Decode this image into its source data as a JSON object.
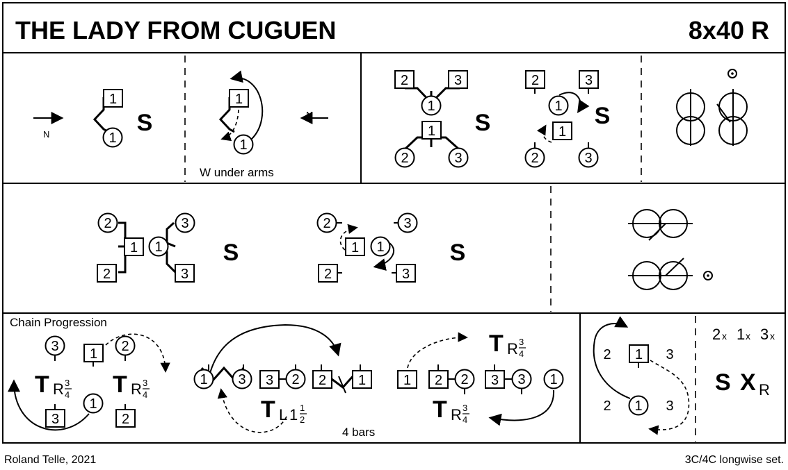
{
  "header": {
    "title": "THE LADY FROM CUGUEN",
    "formation": "8x40 R"
  },
  "footer": {
    "author": "Roland Telle, 2021",
    "set_type": "3C/4C longwise set."
  },
  "labels": {
    "north": "N",
    "setting": "S",
    "w_under_arms": "W under arms",
    "chain_progression": "Chain Progression",
    "four_bars": "4 bars",
    "turn": "T",
    "right_hand": "R",
    "left_hand": "L",
    "one": "1",
    "fraction_num_3": "3",
    "fraction_den_4": "4",
    "fraction_num_1": "1",
    "fraction_den_2": "2",
    "cross": "X",
    "cross_sub": "R",
    "final_seq_2x": "2",
    "final_seq_1x": "1",
    "final_seq_3x": "3",
    "final_seq_x": "x"
  },
  "dancers": {
    "one": "1",
    "two": "2",
    "three": "3"
  }
}
